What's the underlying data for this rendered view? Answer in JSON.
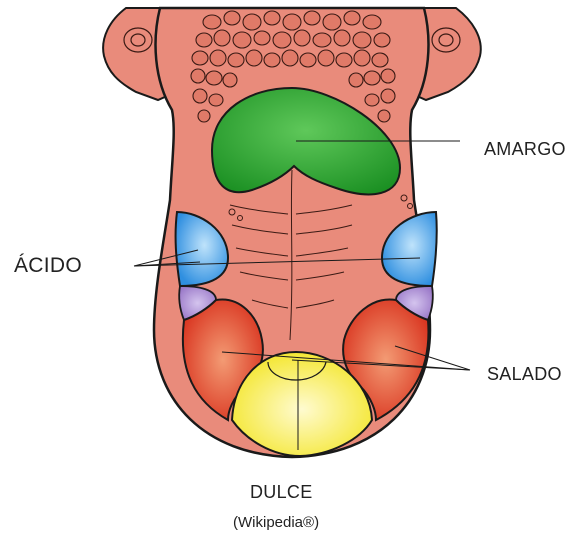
{
  "labels": {
    "bitter": "AMARGO",
    "sour": "ÁCIDO",
    "salty": "SALADO",
    "sweet": "DULCE",
    "credit": "(Wikipedia®)"
  },
  "colors": {
    "tongue": "#e98b7b",
    "outline": "#1a1a1a",
    "bitter_zone": "#1fa12a",
    "sour_zone": "#4aa8ea",
    "overlap_zone": "#a88ad0",
    "salty_zone": "#e8452a",
    "sweet_zone": "#f7ee3a"
  }
}
